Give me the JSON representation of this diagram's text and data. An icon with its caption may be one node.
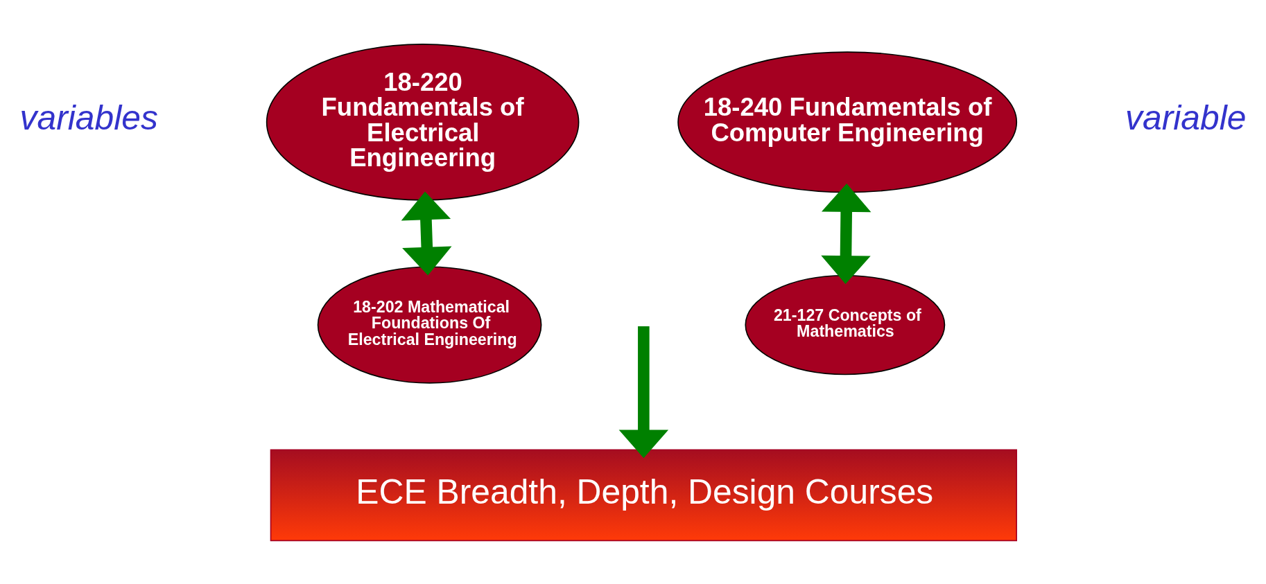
{
  "diagram": {
    "nodes": [
      {
        "text": [
          "18-220 Fundamentals of Electrical Engineering"
        ]
      },
      {
        "text": [
          "18-240 Fundamentals of Computer Engineering"
        ]
      },
      {
        "text": [
          "18-202 Mathematical Foundations Of Electrical Engineering"
        ]
      },
      {
        "text": [
          "21-127 Concepts of Mathematics"
        ]
      },
      {
        "text": [
          "ECE Breadth, Depth, Design Courses"
        ]
      }
    ],
    "edges": [
      {
        "from": 2,
        "to": 0,
        "arrow": "both",
        "color": "#008000"
      },
      {
        "from": 1,
        "to": 3,
        "arrow": "both",
        "color": "#008000"
      },
      {
        "from": null,
        "to": 4,
        "arrow": "to",
        "color": "#008000"
      }
    ],
    "labels": [
      "variables",
      "variable"
    ]
  }
}
